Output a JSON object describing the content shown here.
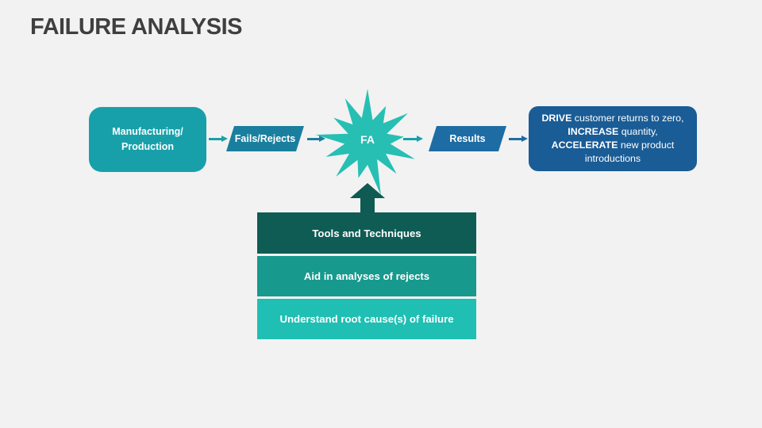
{
  "colors": {
    "background": "#F2F2F2",
    "title": "#3F3F3F",
    "teal": "#18A0AA",
    "tealDark": "#1A7F9E",
    "star": "#27BFB4",
    "blue": "#1E6CA4",
    "blueDark": "#1A5C96",
    "arrowUp": "#0F5A52",
    "bar1": "#0F5C55",
    "bar2": "#17998E",
    "bar3": "#1FBFB3"
  },
  "slide": {
    "title": "FAILURE ANALYSIS"
  },
  "flow": {
    "manufacturing_label": "Manufacturing/ Production",
    "fails_label": "Fails/Rejects",
    "fa_label": "FA",
    "results_label": "Results",
    "outcome_segments": [
      {
        "text": "DRIVE",
        "bold": true
      },
      {
        "text": " customer returns to zero, ",
        "bold": false
      },
      {
        "text": "INCREASE",
        "bold": true
      },
      {
        "text": " quantity, ",
        "bold": false
      },
      {
        "text": "ACCELERATE",
        "bold": true
      },
      {
        "text": " new product introductions",
        "bold": false
      }
    ]
  },
  "support": {
    "bars": [
      "Tools and Techniques",
      "Aid in analyses of rejects",
      "Understand root cause(s) of failure"
    ]
  }
}
